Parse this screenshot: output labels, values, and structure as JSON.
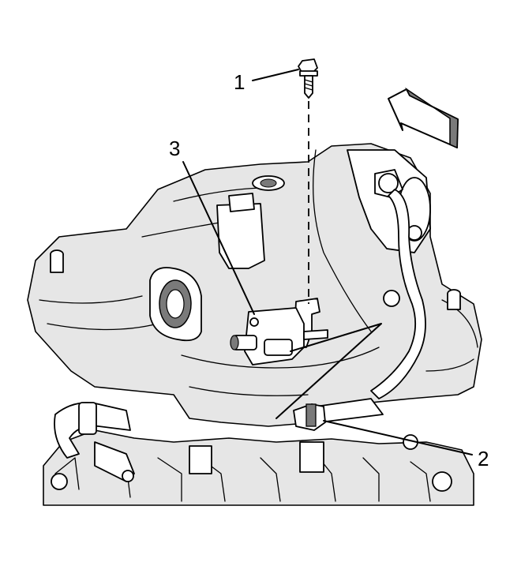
{
  "figure": {
    "callouts": [
      {
        "id": "1",
        "label": "1",
        "part": "fastener"
      },
      {
        "id": "2",
        "label": "2",
        "part": "hose-connector"
      },
      {
        "id": "3",
        "label": "3",
        "part": "solenoid-valve"
      }
    ],
    "direction_arrow": {
      "icon": "front-direction-arrow-icon"
    },
    "line_color": "#000000",
    "shade_color": "#e6e6e6",
    "background_color": "#ffffff"
  }
}
